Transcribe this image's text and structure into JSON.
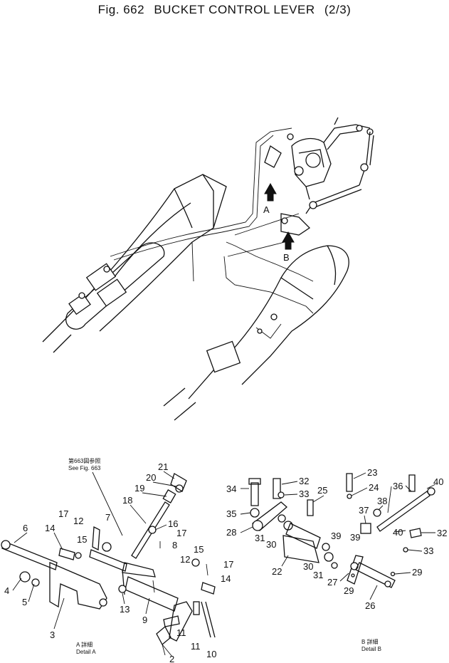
{
  "figure": {
    "number": "Fig. 662",
    "title": "BUCKET CONTROL LEVER",
    "page_fraction": "(2/3)"
  },
  "overview": {
    "arrow_a": "A",
    "arrow_b": "B"
  },
  "detail_a": {
    "see_ref_jp": "第663図参照",
    "see_ref": "See Fig. 663",
    "caption_jp": "A 詳細",
    "caption": "Detail A",
    "callouts": [
      "21",
      "20",
      "19",
      "18",
      "16",
      "17",
      "8",
      "7",
      "12",
      "17",
      "14",
      "15",
      "6",
      "4",
      "5",
      "3",
      "13",
      "9",
      "12",
      "15",
      "17",
      "14",
      "11",
      "11",
      "10",
      "2"
    ]
  },
  "detail_b": {
    "caption_jp": "B 詳細",
    "caption": "Detail B",
    "callouts": [
      "34",
      "32",
      "33",
      "23",
      "24",
      "25",
      "35",
      "28",
      "31",
      "30",
      "39",
      "36",
      "40",
      "37",
      "38",
      "40",
      "32",
      "33",
      "22",
      "30",
      "31",
      "39",
      "27",
      "29",
      "29",
      "26"
    ]
  },
  "colors": {
    "ink": "#111111",
    "paper": "#ffffff"
  }
}
